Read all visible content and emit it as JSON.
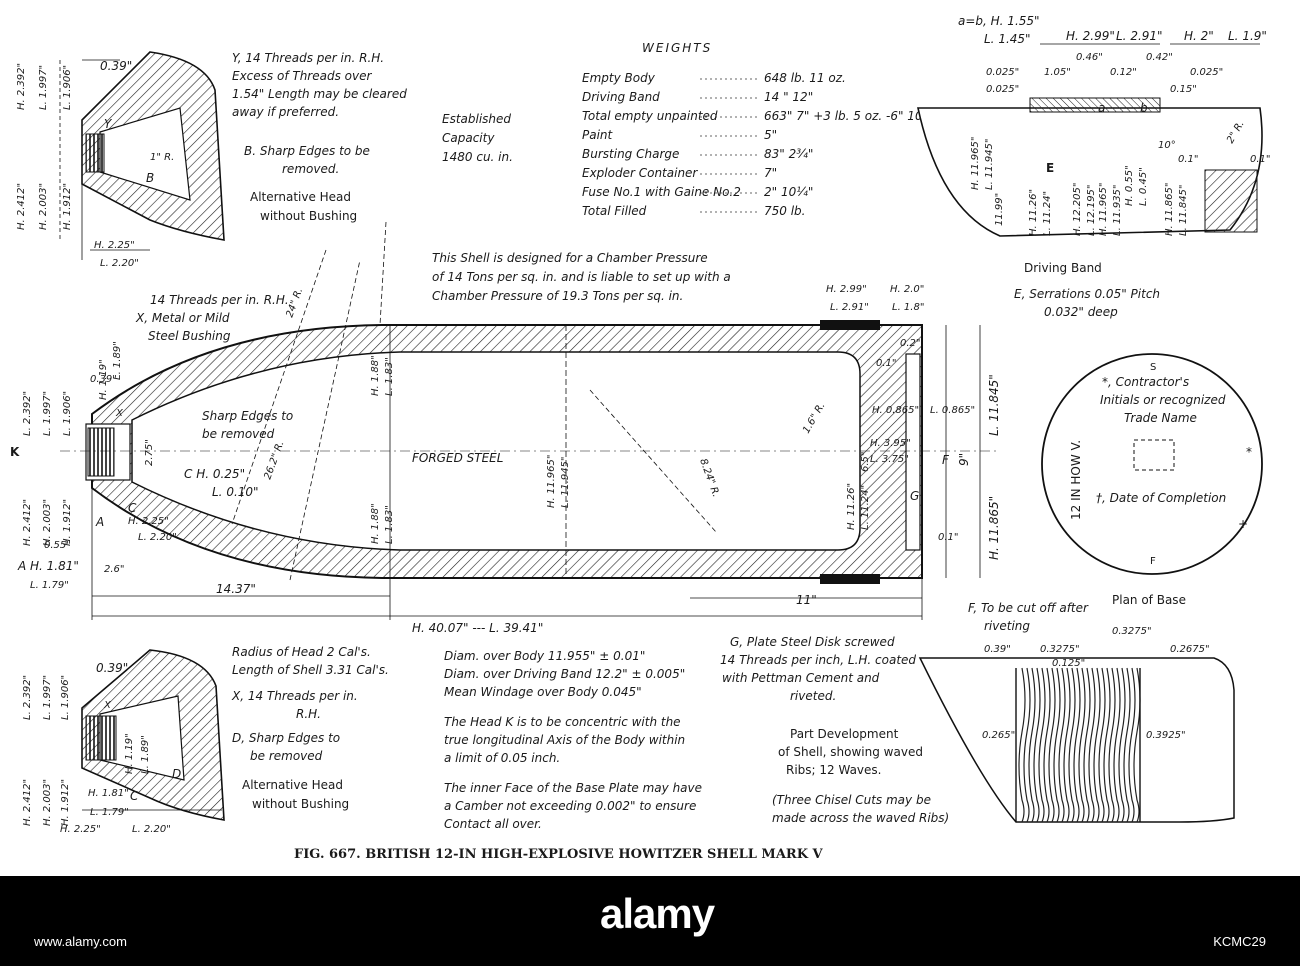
{
  "figure": {
    "caption": "FIG. 667. BRITISH 12-IN HIGH-EXPLOSIVE HOWITZER SHELL MARK V"
  },
  "weights": {
    "title": "WEIGHTS",
    "rows": [
      {
        "label": "Empty Body",
        "value": "648 lb. 11 oz."
      },
      {
        "label": "Driving Band",
        "value": "14 \" 12\""
      },
      {
        "label": "Total empty unpainted",
        "value": "663\" 7\" +3 lb. 5 oz. -6\" 10\""
      },
      {
        "label": "Paint",
        "value": "5\""
      },
      {
        "label": "Bursting Charge",
        "value": "83\" 2¾\""
      },
      {
        "label": "Exploder Container",
        "value": "7\""
      },
      {
        "label": "Fuse No.1 with Gaine No.2",
        "value": "2\" 10¼\""
      },
      {
        "label": "Total Filled",
        "value": "750 lb."
      }
    ]
  },
  "capacity": {
    "line1": "Established",
    "line2": "Capacity",
    "line3": "1480 cu. in."
  },
  "pressure_note": {
    "line1": "This Shell is designed for a Chamber Pressure",
    "line2": "of 14 Tons per sq. in. and is liable to set up with a",
    "line3": "Chamber Pressure of 19.3 Tons per sq. in."
  },
  "head_top": {
    "y_note1": "Y, 14 Threads per in. R.H.",
    "y_note2": "Excess of Threads over",
    "y_note3": "1.54\" Length may be cleared",
    "y_note4": "away if preferred.",
    "b_note1": "B. Sharp Edges to be",
    "b_note2": "removed.",
    "title1": "Alternative Head",
    "title2": "without Bushing",
    "dim_039": "0.39\"",
    "dim_h2392": "H. 2.392\"",
    "dim_l1997": "L. 1.997\"",
    "dim_l1906": "L. 1.906\"",
    "dim_h2412": "H. 2.412\"",
    "dim_h2003": "H. 2.003\"",
    "dim_h1912": "H. 1.912\"",
    "dim_h225": "H. 2.25\"",
    "dim_l220": "L. 2.20\"",
    "label_b": "B",
    "label_y": "Y",
    "dim_r": "1\" R."
  },
  "main_shell": {
    "body_label": "FORGED STEEL",
    "thread_note1": "14 Threads per in. R.H.",
    "thread_note2": "X, Metal or Mild",
    "thread_note3": "Steel Bushing",
    "sharp1": "Sharp Edges to",
    "sharp2": "be removed",
    "c_note1": "C H. 0.25\"",
    "c_note2": "L. 0.10\"",
    "radius_24": "24\" R.",
    "radius_262": "26.2\" R.",
    "radius_824": "8.24\" R.",
    "radius_16": "1.6\" R.",
    "dim_h188a": "H. 1.88\"",
    "dim_l183a": "L. 1.83\"",
    "dim_h188b": "H. 1.88\"",
    "dim_l183b": "L. 1.83\"",
    "dim_h11965": "H. 11.965\"",
    "dim_l11945": "L. 11.945\"",
    "dim_l11845": "L. 11.845\"",
    "dim_h11865": "H. 11.865\"",
    "dim_9": "9\"",
    "dim_h299": "H. 2.99\"",
    "dim_l291": "L. 2.91\"",
    "dim_h20": "H. 2.0\"",
    "dim_l18": "L. 1.8\"",
    "dim_h0865": "H. 0.865\"",
    "dim_l0865": "L. 0.865\"",
    "dim_h395": "H. 3.95\"",
    "dim_l375": "L. 3.75\"",
    "dim_65": "6.5\"",
    "dim_h1126": "H. 11.26\"",
    "dim_l1124": "L. 11.24\"",
    "dim_01a": "0.1\"",
    "dim_01b": "0.1\"",
    "dim_02": "0.2\"",
    "dim_275": "2.75\"",
    "dim_1437": "14.37\"",
    "dim_11": "11\"",
    "dim_overall": "H. 40.07\" --- L. 39.41\"",
    "dim_26": "2.6\"",
    "dim_055": "0.55\"",
    "dim_h181": "A H. 1.81\"",
    "dim_l179": "L. 1.79\"",
    "dim_h225": "H. 2.25\"",
    "dim_l220": "L. 2.20\"",
    "dim_039": "0.39\"",
    "dim_h119": "H. 1.19\"",
    "dim_l189": "L. 1.89\"",
    "dim_l2392": "L. 2.392\"",
    "dim_l1997": "L. 1.997\"",
    "dim_l1906": "L. 1.906\"",
    "dim_h2412": "H. 2.412\"",
    "dim_h2003": "H. 2.003\"",
    "dim_h1912": "H. 1.912\"",
    "label_k": "K",
    "label_a": "A",
    "label_c": "C",
    "label_f": "F",
    "label_g": "G",
    "label_x": "X"
  },
  "driving_band": {
    "title": "Driving Band",
    "serration1": "E, Serrations 0.05\" Pitch",
    "serration2": "0.032\" deep",
    "ab_note1": "a=b, H. 1.55\"",
    "ab_note2": "L. 1.45\"",
    "dim_h299": "H. 2.99\"",
    "dim_l291": "L. 2.91\"",
    "dim_h2": "H. 2\"",
    "dim_l19": "L. 1.9\"",
    "dim_0025a": "0.025\"",
    "dim_0025b": "0.025\"",
    "dim_0025c": "0.025\"",
    "dim_105": "1.05\"",
    "dim_046": "0.46\"",
    "dim_012": "0.12\"",
    "dim_042": "0.42\"",
    "dim_015": "0.15\"",
    "dim_2r": "2\" R.",
    "dim_01a": "0.1\"",
    "dim_01b": "0.1\"",
    "label_e": "E",
    "label_a": "a",
    "label_b": "b",
    "dim_h11965": "H. 11.965\"",
    "dim_l11945": "L. 11.945\"",
    "dim_1199": "11.99\"",
    "dim_h1126": "H. 11.26\"",
    "dim_l1124": "L. 11.24\"",
    "dim_h12205": "H. 12.205\"",
    "dim_l12195": "L. 12.195\"",
    "dim_h11965b": "H. 11.965\"",
    "dim_l11935": "L. 11.935\"",
    "dim_h055": "H. 0.55\"",
    "dim_l045": "L. 0.45\"",
    "dim_h11865": "H. 11.865\"",
    "dim_l11845": "L. 11.845\"",
    "dim_10": "10°"
  },
  "base_plan": {
    "title": "Plan of Base",
    "marking": "12 IN HOW V.",
    "contractor1": "*, Contractor's",
    "contractor2": "Initials or recognized",
    "contractor3": "Trade Name",
    "date": "†, Date of Completion",
    "mark_s": "S",
    "mark_f": "F",
    "mark_star": "*",
    "mark_cross": "+"
  },
  "head_bottom": {
    "radius_note1": "Radius of Head  2 Cal's.",
    "radius_note2": "Length of Shell  3.31 Cal's.",
    "x_note1": "X, 14 Threads per in.",
    "x_note2": "R.H.",
    "d_note1": "D, Sharp Edges to",
    "d_note2": "be removed",
    "title1": "Alternative Head",
    "title2": "without Bushing",
    "dim_039": "0.39\"",
    "dim_l2392": "L. 2.392\"",
    "dim_l1997": "L. 1.997\"",
    "dim_l1906": "L. 1.906\"",
    "dim_h2412": "H. 2.412\"",
    "dim_h2003": "H. 2.003\"",
    "dim_h1912": "H. 1.912\"",
    "dim_h119": "H. 1.19\"",
    "dim_l189": "L. 1.89\"",
    "dim_h181": "H. 1.81\"",
    "dim_l179": "L. 1.79\"",
    "dim_h225": "H. 2.25\"",
    "dim_l220": "L. 2.20\"",
    "label_c": "C",
    "label_d": "D",
    "label_x": "X"
  },
  "diameters": {
    "line1": "Diam. over Body 11.955\" ± 0.01\"",
    "line2": "Diam. over Driving Band 12.2\" ± 0.005\"",
    "line3": "Mean Windage over Body 0.045\"",
    "k_note1": "The Head K is to be concentric with the",
    "k_note2": "true longitudinal Axis of the Body within",
    "k_note3": "a limit of 0.05 inch.",
    "face_note1": "The inner Face of the Base Plate may have",
    "face_note2": "a Camber not exceeding 0.002\" to ensure",
    "face_note3": "Contact all over."
  },
  "plate_note": {
    "line1": "G, Plate Steel Disk screwed",
    "line2": "14 Threads per inch, L.H. coated",
    "line3": "with Pettman Cement and",
    "line4": "riveted."
  },
  "development": {
    "f_note1": "F, To be cut off after",
    "f_note2": "riveting",
    "dim_039": "0.39\"",
    "dim_03275a": "0.3275\"",
    "dim_03275b": "0.3275\"",
    "dim_02675": "0.2675\"",
    "dim_0125": "0.125\"",
    "dim_0265": "0.265\"",
    "dim_03925": "0.3925\"",
    "note1": "Part Development",
    "note2": "of Shell, showing waved",
    "note3": "Ribs; 12 Waves.",
    "chisel1": "(Three Chisel Cuts may be",
    "chisel2": "made across the waved Ribs)"
  },
  "stock": {
    "logo": "alamy",
    "image_id": "KCMC29",
    "url": "www.alamy.com"
  }
}
